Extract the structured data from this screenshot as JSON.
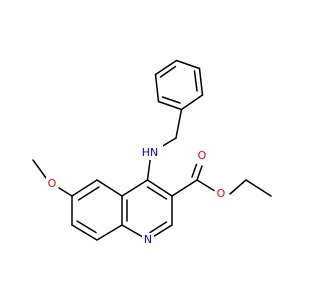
{
  "molecule": {
    "colors": {
      "bond": "#000000",
      "oxygen": "#ff0000",
      "nitrogen": "#0000ff",
      "background": "#ffffff"
    },
    "labels": {
      "amine": "HN",
      "ring_nitrogen": "N",
      "methoxy_oxygen": "O",
      "carbonyl_oxygen": "O",
      "ester_oxygen": "O"
    }
  }
}
